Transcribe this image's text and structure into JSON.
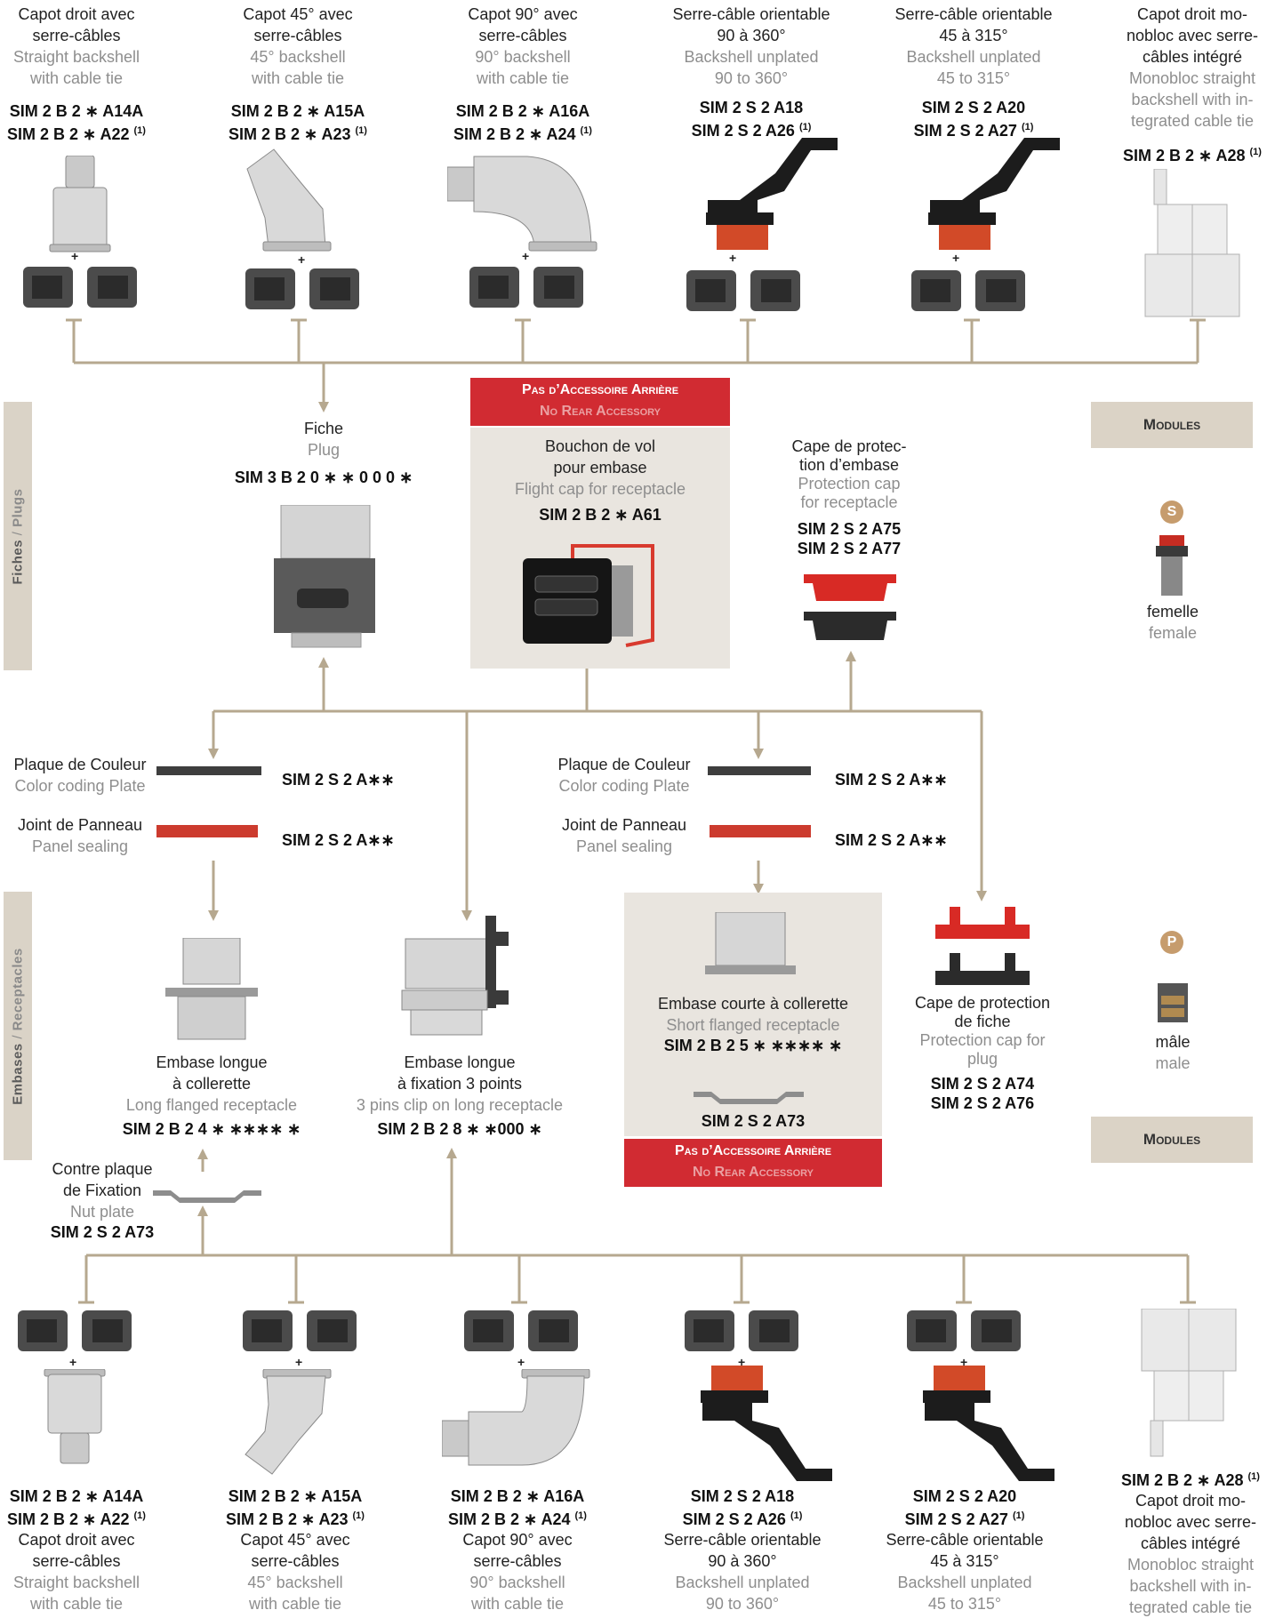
{
  "top_row": [
    {
      "fr": [
        "Capot droit avec",
        "serre-câbles"
      ],
      "en": [
        "Straight backshell",
        "with cable tie"
      ],
      "refs": [
        "SIM 2 B 2 ∗ A14A",
        "SIM 2 B 2 ∗ A22"
      ],
      "note": "(1)"
    },
    {
      "fr": [
        "Capot 45° avec",
        "serre-câbles"
      ],
      "en": [
        "45° backshell",
        "with cable tie"
      ],
      "refs": [
        "SIM 2 B 2 ∗ A15A",
        "SIM 2 B 2 ∗ A23"
      ],
      "note": "(1)"
    },
    {
      "fr": [
        "Capot 90° avec",
        "serre-câbles"
      ],
      "en": [
        "90° backshell",
        "with cable tie"
      ],
      "refs": [
        "SIM 2 B 2 ∗ A16A",
        "SIM 2 B 2 ∗ A24"
      ],
      "note": "(1)"
    },
    {
      "fr": [
        "Serre-câble orientable",
        "90 à 360°"
      ],
      "en": [
        "Backshell unplated",
        "90 to 360°"
      ],
      "refs": [
        "SIM 2 S 2 A18",
        "SIM 2 S 2 A26"
      ],
      "note": "(1)"
    },
    {
      "fr": [
        "Serre-câble orientable",
        "45 à 315°"
      ],
      "en": [
        "Backshell unplated",
        "45 to 315°"
      ],
      "refs": [
        "SIM 2 S 2 A20",
        "SIM 2 S 2 A27"
      ],
      "note": "(1)"
    },
    {
      "fr": [
        "Capot droit mo-",
        "nobloc avec serre-",
        "câbles intégré"
      ],
      "en": [
        "Monobloc straight",
        "backshell with in-",
        "tegrated cable tie"
      ],
      "refs": [
        "SIM 2 B 2 ∗ A28"
      ],
      "note": "(1)"
    }
  ],
  "bottom_row": [
    {
      "fr": [
        "Capot droit avec",
        "serre-câbles"
      ],
      "en": [
        "Straight backshell",
        "with cable tie"
      ],
      "refs": [
        "SIM 2 B 2 ∗ A14A",
        "SIM 2 B 2 ∗ A22"
      ],
      "note": "(1)"
    },
    {
      "fr": [
        "Capot 45° avec",
        "serre-câbles"
      ],
      "en": [
        "45° backshell",
        "with cable tie"
      ],
      "refs": [
        "SIM 2 B 2 ∗ A15A",
        "SIM 2 B 2 ∗ A23"
      ],
      "note": "(1)"
    },
    {
      "fr": [
        "Capot 90° avec",
        "serre-câbles"
      ],
      "en": [
        "90° backshell",
        "with cable tie"
      ],
      "refs": [
        "SIM 2 B 2 ∗ A16A",
        "SIM 2 B 2 ∗ A24"
      ],
      "note": "(1)"
    },
    {
      "fr": [
        "Serre-câble orientable",
        "90 à 360°"
      ],
      "en": [
        "Backshell unplated",
        "90 to 360°"
      ],
      "refs": [
        "SIM 2 S 2 A18",
        "SIM 2 S 2 A26"
      ],
      "note": "(1)"
    },
    {
      "fr": [
        "Serre-câble orientable",
        "45 à 315°"
      ],
      "en": [
        "Backshell unplated",
        "45 to 315°"
      ],
      "refs": [
        "SIM 2 S 2 A20",
        "SIM 2 S 2 A27"
      ],
      "note": "(1)"
    },
    {
      "fr": [
        "Capot droit mo-",
        "nobloc avec serre-",
        "câbles intégré"
      ],
      "en": [
        "Monobloc straight",
        "backshell with in-",
        "tegrated cable tie"
      ],
      "refs": [
        "SIM 2 B 2 ∗ A28"
      ],
      "note": "(1)"
    }
  ],
  "side_labels": {
    "plugs_fr": "Fiches",
    "plugs_en": "Plugs",
    "receptacles_fr": "Embases",
    "receptacles_en": "Receptacles",
    "sep": " / "
  },
  "plug": {
    "fr": "Fiche",
    "en": "Plug",
    "ref": "SIM 3 B 2 0 ∗ ∗ 0 0 0 ∗"
  },
  "no_rear": {
    "fr": "Pas d’Accessoire Arrière",
    "en": "No Rear Accessory"
  },
  "flight_cap": {
    "fr": [
      "Bouchon de vol",
      "pour embase"
    ],
    "en": "Flight cap for receptacle",
    "ref": "SIM 2 B 2 ∗ A61"
  },
  "protect_receptacle": {
    "fr": [
      "Cape de protec-",
      "tion d’embase"
    ],
    "en": [
      "Protection cap",
      "for receptacle"
    ],
    "refs": [
      "SIM 2 S 2 A75",
      "SIM 2 S 2 A77"
    ]
  },
  "modules": {
    "label": "Modules",
    "female_badge": "S",
    "female_fr": "femelle",
    "female_en": "female",
    "male_badge": "P",
    "male_fr": "mâle",
    "male_en": "male"
  },
  "color_plate": {
    "fr": "Plaque de Couleur",
    "en": "Color coding Plate",
    "ref": "SIM 2 S 2 A∗∗"
  },
  "panel_seal": {
    "fr": "Joint de Panneau",
    "en": "Panel sealing",
    "ref": "SIM 2 S 2 A∗∗"
  },
  "long_flanged": {
    "fr": [
      "Embase longue",
      "à collerette"
    ],
    "en": "Long flanged receptacle",
    "ref": "SIM 2 B 2 4 ∗ ∗∗∗∗ ∗"
  },
  "long_clip": {
    "fr": [
      "Embase longue",
      "à fixation 3 points"
    ],
    "en": "3 pins clip on long receptacle",
    "ref": "SIM 2 B 2 8 ∗ ∗000 ∗"
  },
  "short_flanged": {
    "fr": "Embase courte à collerette",
    "en": "Short flanged receptacle",
    "ref": "SIM 2 B 2 5 ∗ ∗∗∗∗ ∗",
    "nut_ref": "SIM 2 S 2 A73"
  },
  "protect_plug": {
    "fr": [
      "Cape de protection",
      "de fiche"
    ],
    "en": [
      "Protection cap for",
      "plug"
    ],
    "refs": [
      "SIM 2 S 2 A74",
      "SIM 2 S 2 A76"
    ]
  },
  "nut_plate": {
    "fr": [
      "Contre plaque",
      "de Fixation"
    ],
    "en": "Nut plate",
    "ref": "SIM 2 S 2 A73"
  },
  "plus": "+",
  "colors": {
    "line": "#b6a88f",
    "beige": "#e9e5df",
    "red": "#d12b32",
    "tag": "#dbd3c6"
  }
}
